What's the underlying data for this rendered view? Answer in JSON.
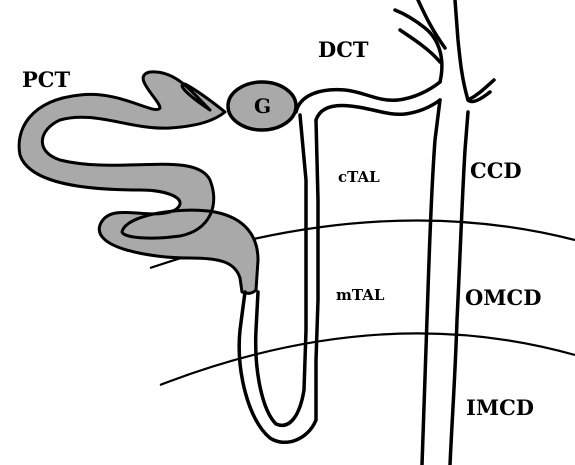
{
  "labels": {
    "pct": "PCT",
    "dct": "DCT",
    "glomerulus": "G",
    "ctal": "cTAL",
    "mtal": "mTAL",
    "ccd": "CCD",
    "omcd": "OMCD",
    "imcd": "IMCD"
  },
  "colors": {
    "background": "#ffffff",
    "outline": "#000000",
    "pct_fill": "#a9a9a9",
    "glomerulus_fill": "#a9a9a9"
  }
}
